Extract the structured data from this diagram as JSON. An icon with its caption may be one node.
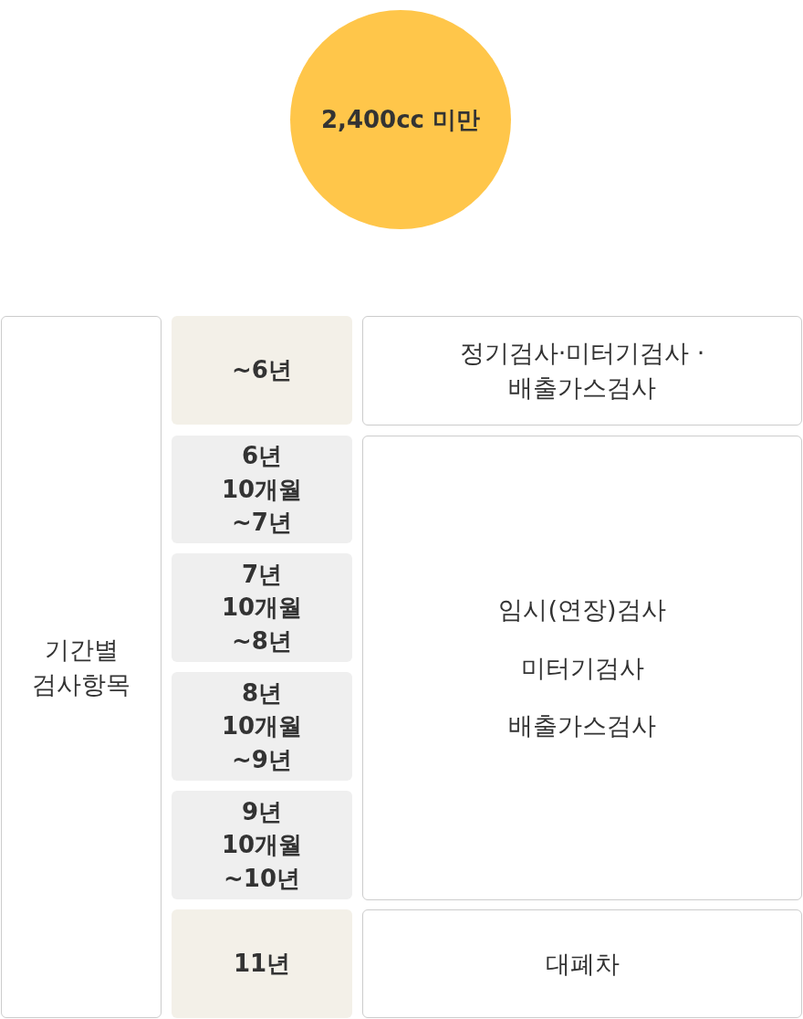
{
  "diagram": {
    "nodes": [
      {
        "text": [
          "2,400cc 미만"
        ]
      },
      {
        "text": [
          "기간별 검사항목"
        ]
      },
      {
        "text": [
          "~6년"
        ]
      },
      {
        "text": [
          "6년 10개월 ~7년"
        ]
      },
      {
        "text": [
          "7년 10개월 ~8년"
        ]
      },
      {
        "text": [
          "8년 10개월 ~9년"
        ]
      },
      {
        "text": [
          "9년 10개월 ~10년"
        ]
      },
      {
        "text": [
          "11년"
        ]
      },
      {
        "text": [
          "정기검사·미터기검사 ·배출가스검사"
        ]
      },
      {
        "text": [
          "임시(연장)검사",
          "미터기검사",
          "배출가스검사"
        ]
      },
      {
        "text": [
          "대폐차"
        ]
      }
    ]
  }
}
